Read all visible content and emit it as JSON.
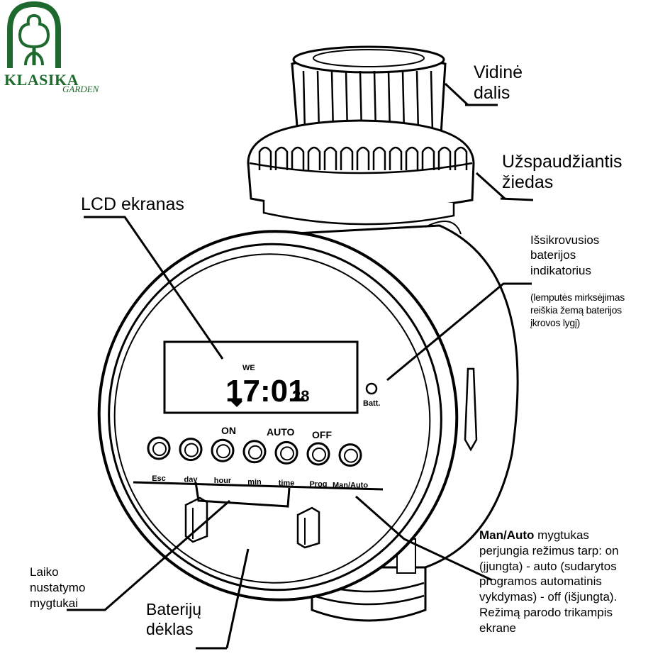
{
  "logo": {
    "brand": "KLASIKA",
    "sub": "GARDEN",
    "color": "#1e6a2e"
  },
  "labels": {
    "vidine": [
      "Vidinė",
      "dalis"
    ],
    "ziedas": [
      "Užspaudžiantis",
      "žiedas"
    ],
    "lcd": "LCD ekranas",
    "battery_indicator": [
      "Išsikrovusios",
      "baterijos",
      "indikatorius"
    ],
    "battery_note": [
      "(lemputės mirksėjimas",
      "reiškia žemą baterijos",
      "įkrovos lygį)"
    ],
    "time_buttons": [
      "Laiko",
      "nustatymo",
      "mygtukai"
    ],
    "battery_case": [
      "Baterijų",
      "dėklas"
    ],
    "man_auto": {
      "title": "Man/Auto",
      "lines": [
        " mygtukas",
        "perjungia režimus tarp: on",
        "(įjungta) - auto (sudarytos",
        "programos automatinis",
        "vykdymas) - off (išjungta).",
        "Režimą parodo trikampis",
        "ekrane"
      ]
    }
  },
  "device": {
    "lcd_time": "17:01",
    "lcd_small": "28",
    "lcd_day": "WE",
    "mode_labels": [
      "ON",
      "AUTO",
      "OFF"
    ],
    "buttons": [
      "Esc",
      "day",
      "hour",
      "min",
      "time",
      "Prog",
      "Man/Auto"
    ],
    "batt": "Batt."
  }
}
